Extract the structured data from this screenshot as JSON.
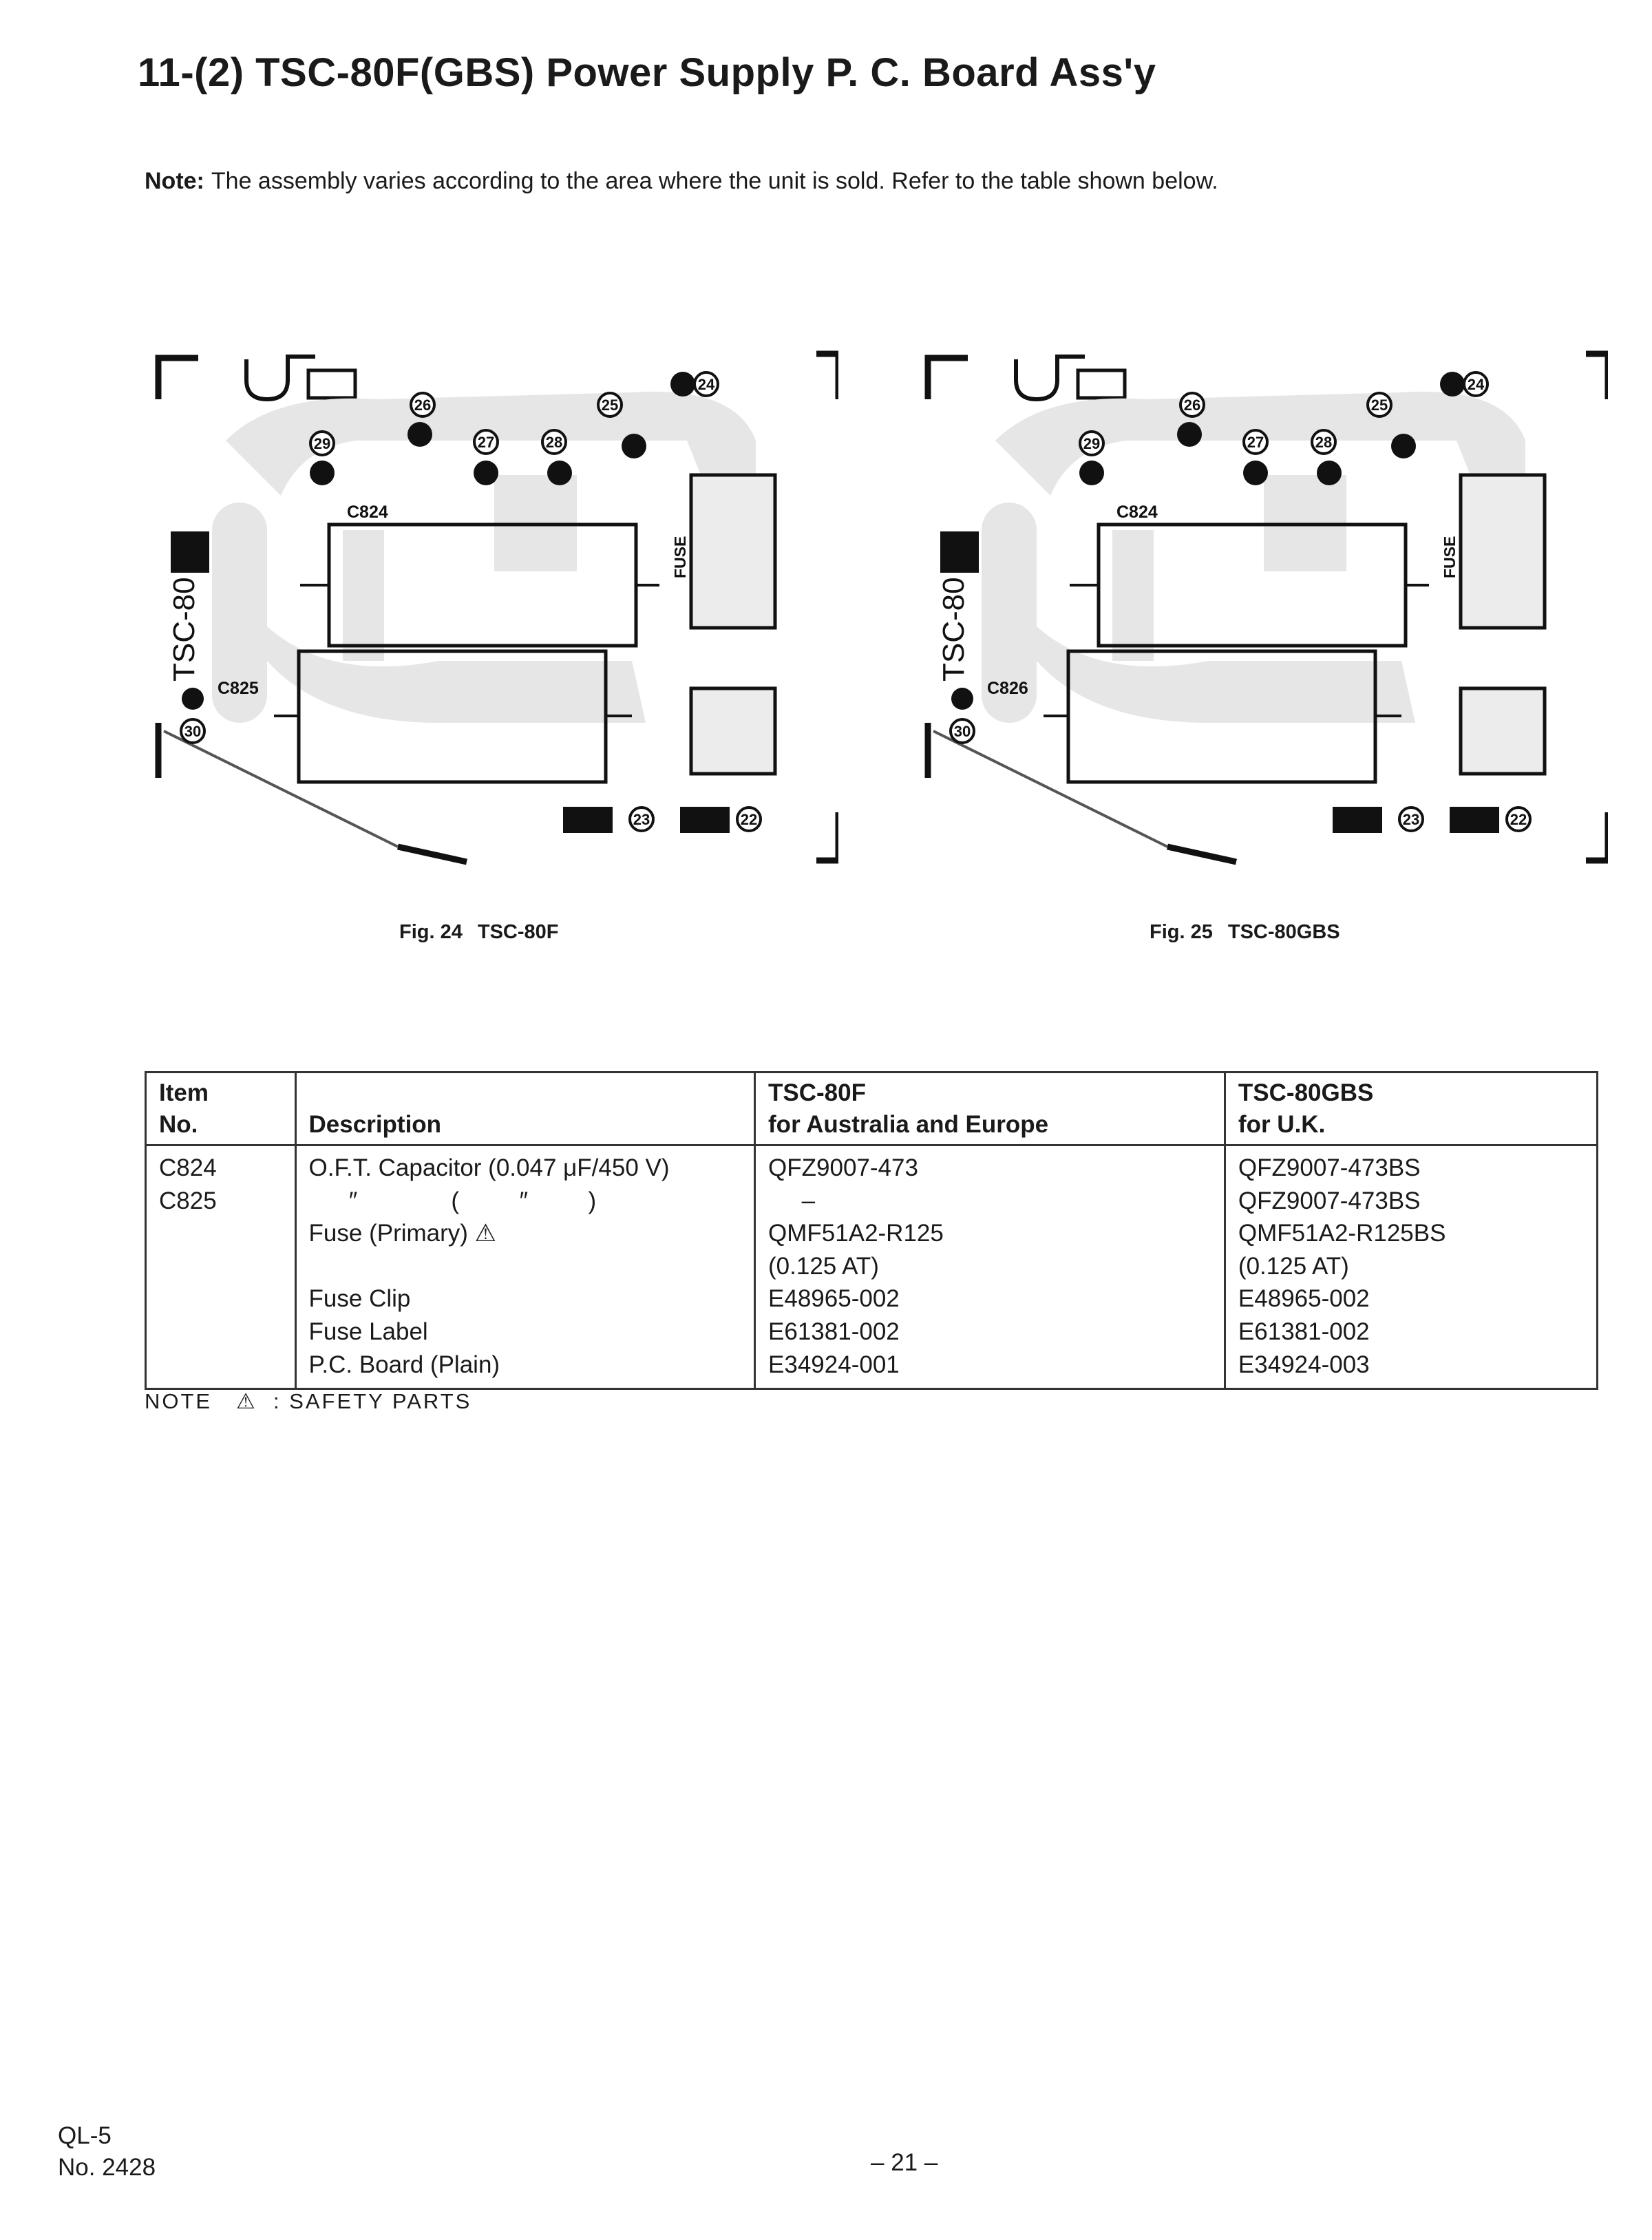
{
  "header": {
    "title": "11-(2) TSC-80F(GBS) Power Supply P. C. Board Ass'y"
  },
  "note": {
    "label": "Note:",
    "text": "The assembly varies according to the area where the unit is sold. Refer to the table shown below."
  },
  "figures": [
    {
      "fig_no": "Fig. 24",
      "fig_title": "TSC-80F",
      "board_label": "TSC-80",
      "labels": {
        "c824": "C824",
        "c825": "C825",
        "fuse": "FUSE"
      },
      "terminals": [
        "23",
        "22",
        "24",
        "25",
        "26",
        "27",
        "28",
        "29",
        "30"
      ]
    },
    {
      "fig_no": "Fig. 25",
      "fig_title": "TSC-80GBS",
      "board_label": "TSC-80",
      "labels": {
        "c824": "C824",
        "c825": "C826",
        "fuse": "FUSE"
      },
      "terminals": [
        "23",
        "22",
        "24",
        "25",
        "26",
        "27",
        "28",
        "29",
        "30"
      ]
    }
  ],
  "table": {
    "headers": {
      "item": "Item\nNo.",
      "description": "Description",
      "col_f": "TSC-80F\nfor Australia and Europe",
      "col_gbs": "TSC-80GBS\nfor U.K."
    },
    "items": "C824\nC825",
    "descriptions": "O.F.T. Capacitor (0.047 μF/450 V)\n      ″              (         ″         )\nFuse (Primary) ⚠\n\nFuse Clip\nFuse Label\nP.C. Board (Plain)",
    "tsc80f": "QFZ9007-473\n     –\nQMF51A2-R125\n(0.125 AT)\nE48965-002\nE61381-002\nE34924-001",
    "tsc80gbs": "QFZ9007-473BS\nQFZ9007-473BS\nQMF51A2-R125BS\n(0.125 AT)\nE48965-002\nE61381-002\nE34924-003"
  },
  "safety_note": "NOTE   ⚠  : SAFETY PARTS",
  "footer": {
    "model": "QL-5",
    "doc_no": "No. 2428",
    "page": "– 21 –"
  }
}
